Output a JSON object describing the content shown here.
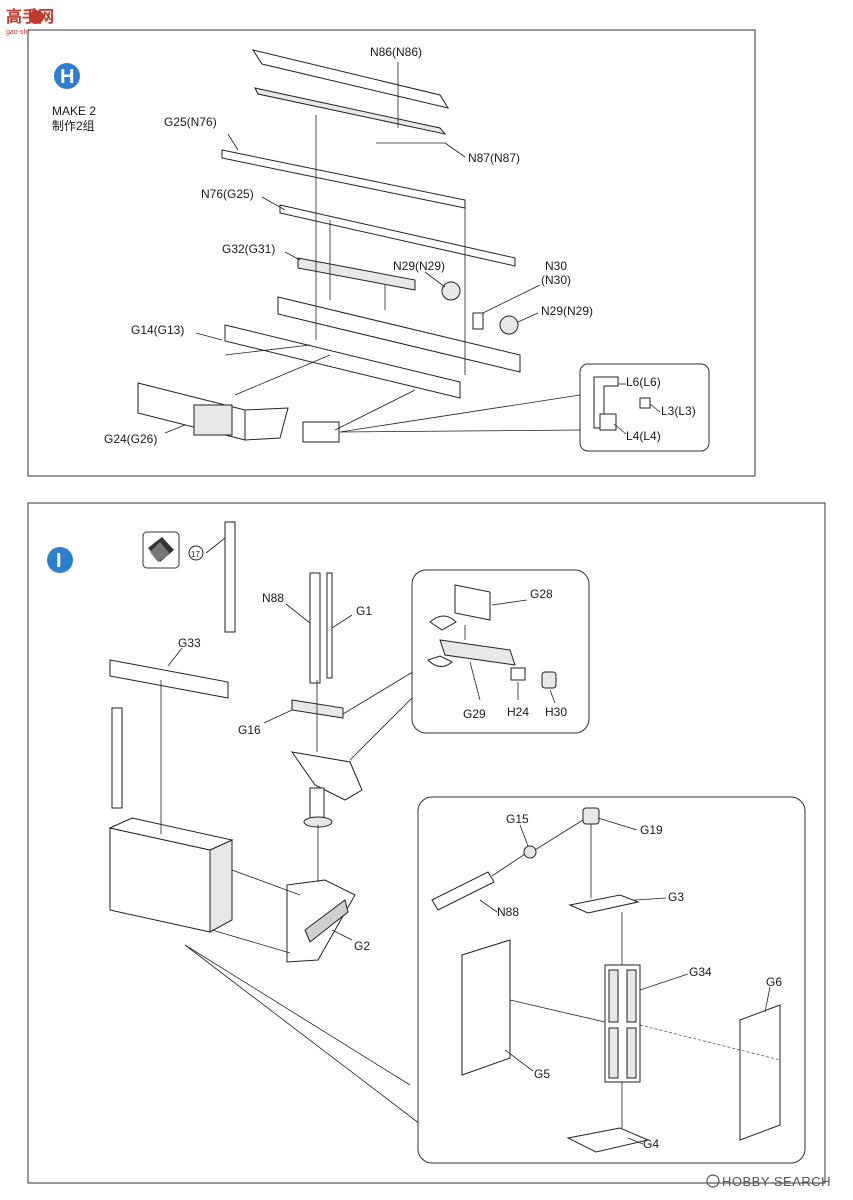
{
  "watermark_top": {
    "main": "高手网",
    "sub": "gao-shou.com"
  },
  "watermark_bottom": "HOBBY SEARCH",
  "step_h": {
    "letter": "H",
    "note_en": "MAKE 2",
    "note_cn": "制作2组",
    "labels": {
      "n86": "N86(N86)",
      "n87": "N87(N87)",
      "g25": "G25(N76)",
      "n76": "N76(G25)",
      "g32": "G32(G31)",
      "n29a": "N29(N29)",
      "n30a": "N30",
      "n30b": "(N30)",
      "n29b": "N29(N29)",
      "g14": "G14(G13)",
      "g24": "G24(G26)",
      "l6": "L6(L6)",
      "l3": "L3(L3)",
      "l4": "L4(L4)"
    }
  },
  "step_i": {
    "letter": "I",
    "paint_ref": "17",
    "labels": {
      "n88a": "N88",
      "g1": "G1",
      "g33": "G33",
      "g16": "G16",
      "g2": "G2",
      "g28": "G28",
      "g29": "G29",
      "h24": "H24",
      "h30": "H30",
      "g15": "G15",
      "g19": "G19",
      "n88b": "N88",
      "g3": "G3",
      "g34": "G34",
      "g6": "G6",
      "g5": "G5",
      "g4": "G4"
    }
  }
}
